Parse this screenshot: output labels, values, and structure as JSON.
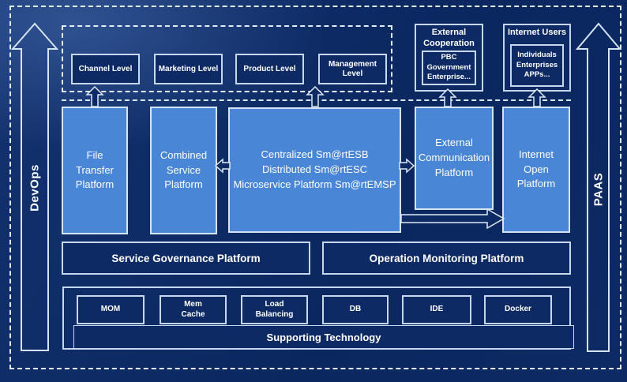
{
  "colors": {
    "background": "#0c2a64",
    "panel_blue": "#4a86d6",
    "border_light": "#cfdff2",
    "dashed_line": "#e3ebf7",
    "text": "#ffffff"
  },
  "rails": {
    "left": {
      "label": "DevOps"
    },
    "right": {
      "label": "PAAS"
    }
  },
  "levels": {
    "items": [
      {
        "label": "Channel Level"
      },
      {
        "label": "Marketing Level"
      },
      {
        "label": "Product Level"
      },
      {
        "label": "Management Level"
      }
    ]
  },
  "external_cooperation": {
    "title": "External\nCooperation",
    "content": "PBC Government\nEnterprise..."
  },
  "internet_users": {
    "title": "Internet Users",
    "content": "Individuals\nEnterprises\nAPPs..."
  },
  "platforms": [
    {
      "label": "File\nTransfer\nPlatform"
    },
    {
      "label": "Combined\nService\nPlatform"
    },
    {
      "label": "Centralized Sm@rtESB\nDistributed Sm@rtESC\nMicroservice Platform Sm@rtEMSP"
    },
    {
      "label": "External\nCommunication\nPlatform"
    },
    {
      "label": "Internet\nOpen\nPlatform"
    }
  ],
  "governance": [
    {
      "label": "Service Governance Platform"
    },
    {
      "label": "Operation Monitoring Platform"
    }
  ],
  "technology": {
    "items": [
      {
        "label": "MOM"
      },
      {
        "label": "Mem\nCache"
      },
      {
        "label": "Load\nBalancing"
      },
      {
        "label": "DB"
      },
      {
        "label": "IDE"
      },
      {
        "label": "Docker"
      }
    ],
    "footer": "Supporting Technology"
  }
}
